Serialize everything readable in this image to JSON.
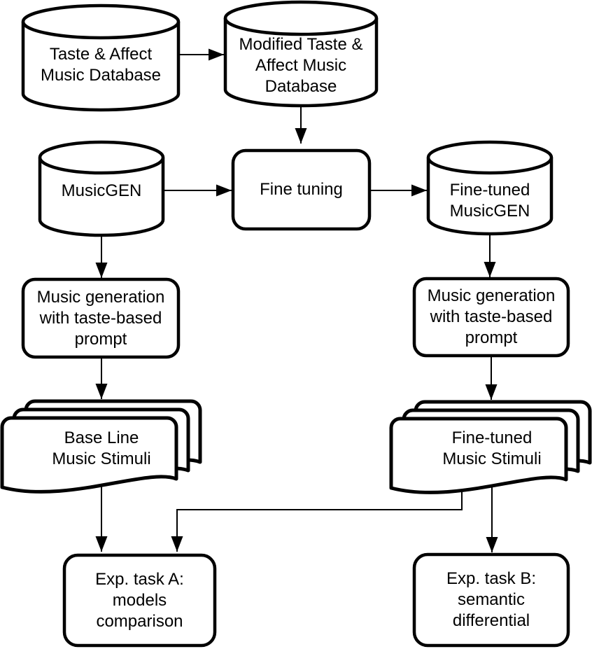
{
  "title": "Fine-tuning and music stimuli generation flowchart",
  "colors": {
    "stroke": "#000000",
    "fill": "#ffffff",
    "text": "#000000"
  },
  "nodes": {
    "taste_affect_db": {
      "shape": "database",
      "label": "Taste & Affect\nMusic Database"
    },
    "modified_db": {
      "shape": "database",
      "label": "Modified Taste &\nAffect Music\nDatabase"
    },
    "musicgen": {
      "shape": "database",
      "label": "MusicGEN"
    },
    "fine_tuning": {
      "shape": "rounded-box",
      "label": "Fine tuning"
    },
    "fine_tuned_musicgen": {
      "shape": "database",
      "label": "Fine-tuned\nMusicGEN"
    },
    "music_gen_left": {
      "shape": "rounded-box",
      "label": "Music generation\nwith taste-based\nprompt"
    },
    "music_gen_right": {
      "shape": "rounded-box",
      "label": "Music generation\nwith taste-based\nprompt"
    },
    "baseline_stimuli": {
      "shape": "multi-document",
      "label": "Base Line\nMusic Stimuli"
    },
    "finetuned_stimuli": {
      "shape": "multi-document",
      "label": "Fine-tuned\nMusic Stimuli"
    },
    "exp_task_a": {
      "shape": "rounded-box",
      "label": "Exp. task A:\nmodels\ncomparison"
    },
    "exp_task_b": {
      "shape": "rounded-box",
      "label": "Exp. task B:\nsemantic\ndifferential"
    }
  },
  "edges": [
    {
      "from": "taste_affect_db",
      "to": "modified_db"
    },
    {
      "from": "modified_db",
      "to": "fine_tuning"
    },
    {
      "from": "musicgen",
      "to": "fine_tuning"
    },
    {
      "from": "fine_tuning",
      "to": "fine_tuned_musicgen"
    },
    {
      "from": "musicgen",
      "to": "music_gen_left"
    },
    {
      "from": "fine_tuned_musicgen",
      "to": "music_gen_right"
    },
    {
      "from": "music_gen_left",
      "to": "baseline_stimuli"
    },
    {
      "from": "music_gen_right",
      "to": "finetuned_stimuli"
    },
    {
      "from": "baseline_stimuli",
      "to": "exp_task_a"
    },
    {
      "from": "finetuned_stimuli",
      "to": "exp_task_a"
    },
    {
      "from": "finetuned_stimuli",
      "to": "exp_task_b"
    }
  ]
}
